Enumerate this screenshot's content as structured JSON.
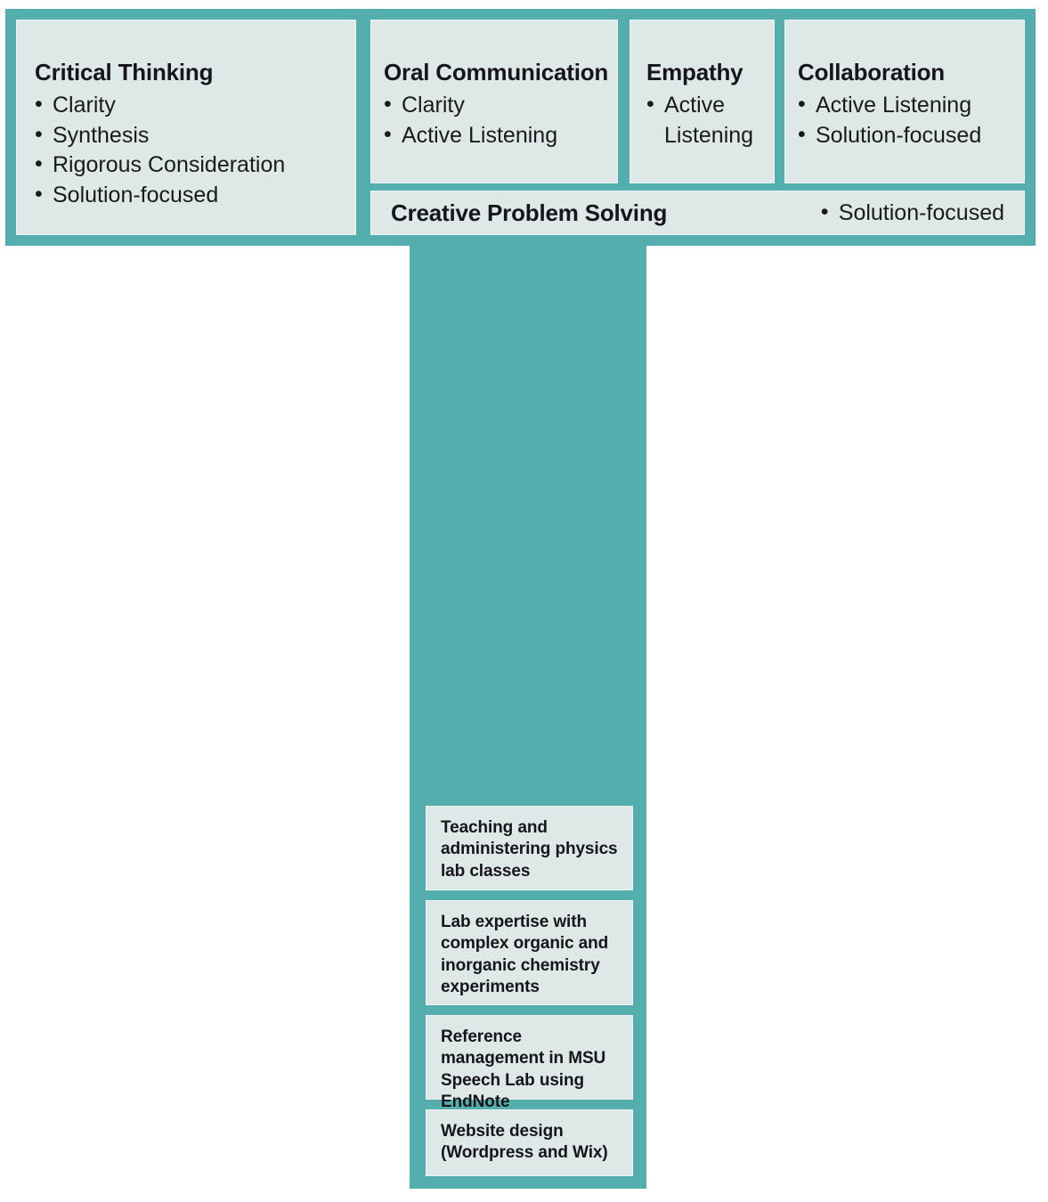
{
  "theme": {
    "accent_teal": "#55AEAE",
    "panel_fill": "#DEE8E7",
    "text_color": "#15151a",
    "background": "#FFFFFF"
  },
  "top_bar": {
    "panels": [
      {
        "key": "critical_thinking",
        "title": "Critical Thinking",
        "bullets": [
          "Clarity",
          "Synthesis",
          "Rigorous Consideration",
          "Solution-focused"
        ]
      },
      {
        "key": "oral_communication",
        "title": "Oral Communication",
        "bullets": [
          "Clarity",
          "Active Listening"
        ]
      },
      {
        "key": "empathy",
        "title": "Empathy",
        "bullets": [
          "Active Listening"
        ]
      },
      {
        "key": "collaboration",
        "title": "Collaboration",
        "bullets": [
          "Active Listening",
          "Solution-focused"
        ]
      }
    ],
    "creative_problem_solving": {
      "key": "creative_problem_solving",
      "title": "Creative Problem Solving",
      "bullet": "Solution-focused"
    }
  },
  "stem": {
    "cards": [
      {
        "text": "Teaching and administering physics lab classes"
      },
      {
        "text": "Lab expertise with complex organic and inorganic chemistry experiments"
      },
      {
        "text": "Reference management in MSU Speech Lab using EndNote"
      },
      {
        "text": "Website design (Wordpress and Wix)"
      }
    ]
  }
}
